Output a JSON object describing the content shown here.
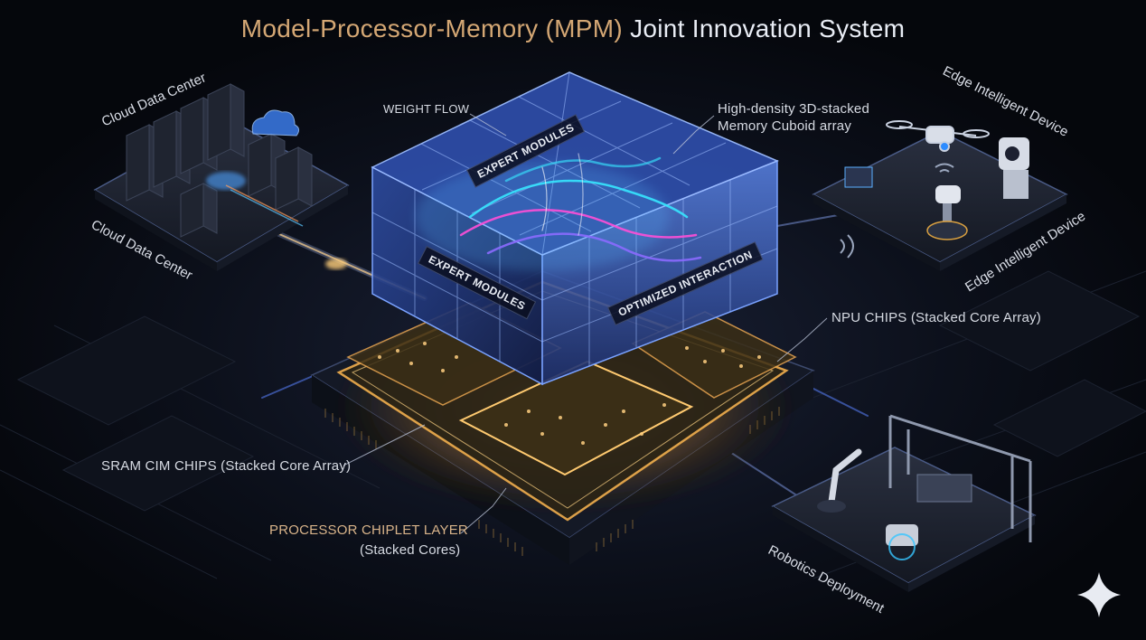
{
  "title": {
    "part1": "Model-Processor-Memory (MPM)",
    "part2": "Joint Innovation System"
  },
  "labels": {
    "cloud_top": "Cloud Data Center",
    "cloud_bottom": "Cloud Data Center",
    "edge_top": "Edge Intelligent Device",
    "edge_bottom": "Edge Intelligent Device",
    "robotics": "Robotics Deployment",
    "weight_flow": "WEIGHT FLOW",
    "memory_line1": "High-density 3D-stacked",
    "memory_line2": "Memory Cuboid array",
    "expert_top": "EXPERT MODULES",
    "expert_front": "EXPERT MODULES",
    "optimized": "OPTIMIZED INTERACTION",
    "npu": "NPU CHIPS (Stacked Core Array)",
    "sram": "SRAM CIM CHIPS (Stacked Core Array)",
    "processor_line1": "PROCESSOR CHIPLET LAYER",
    "processor_line2": "(Stacked Cores)"
  },
  "icons": {
    "sparkle": "sparkle-icon",
    "cloud": "cloud-icon",
    "drone": "drone-icon",
    "camera": "camera-icon",
    "robot_arm": "robot-arm-icon",
    "wifi": "wifi-icon"
  },
  "colors": {
    "background": "#07090f",
    "title_accent": "#d4a774",
    "cube_blue": "#3d63c9",
    "chip_gold": "#e0a04a",
    "flow_cyan": "#37e6ff",
    "flow_magenta": "#ff4fd8"
  }
}
